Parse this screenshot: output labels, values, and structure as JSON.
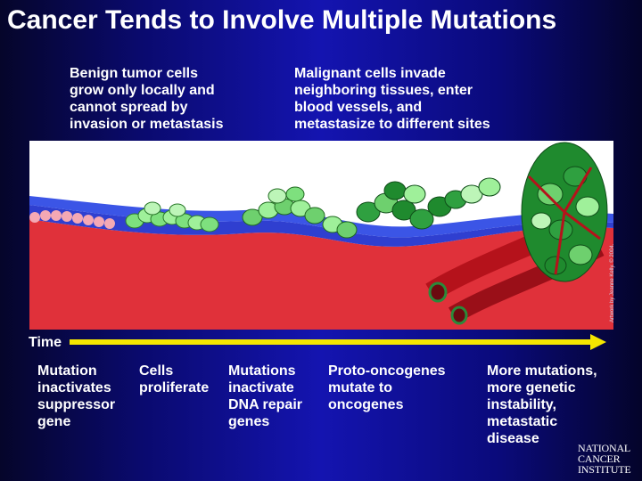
{
  "title": "Cancer Tends to Involve Multiple Mutations",
  "captions": {
    "benign": "Benign tumor cells\ngrow only locally and\ncannot spread by\ninvasion or metastasis",
    "malignant": "Malignant cells invade\nneighboring tissues, enter\nblood vessels, and\nmetastasize to different sites"
  },
  "credit": "Artwork by Jeanne Kelly. © 2004.",
  "time_label": "Time",
  "stages": [
    "Mutation\ninactivates\nsuppressor\ngene",
    "Cells\nproliferate",
    "Mutations\ninactivate\nDNA repair\ngenes",
    "Proto-oncogenes\nmutate to\noncogenes",
    "More mutations,\nmore genetic\ninstability,\nmetastatic\ndisease"
  ],
  "logo": {
    "lines": [
      "NATIONAL",
      "CANCER",
      "INSTITUTE"
    ]
  },
  "colors": {
    "background": "#0a0a7a",
    "arrow": "#f5e600",
    "tissue_red": "#e0313a",
    "tissue_blue": "#2f3fd0",
    "benign_cells": "#7ee07e",
    "malignant_cells": "#1f8a2e",
    "vessel": "#b5121b"
  }
}
